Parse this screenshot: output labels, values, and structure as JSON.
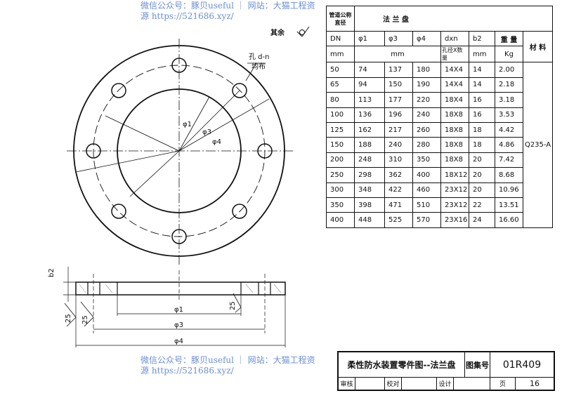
{
  "watermark": {
    "top": "微信公众号：豚贝useful ｜ 网站：大猫工程资源 https://521686.xyz/",
    "bottom": "微信公众号：豚贝useful ｜ 网站：大猫工程资源 https://521686.xyz/"
  },
  "drawing": {
    "roughness_note": "其余",
    "hole_label": "孔 d-n",
    "hole_label2": "均布",
    "phi1": "φ1",
    "phi3": "φ3",
    "phi4": "φ4",
    "b2": "b2",
    "roughness_value": "25"
  },
  "table": {
    "header_pipe": "管道公称直径",
    "header_flange": "法 兰 盘",
    "columns": [
      "DN",
      "φ1",
      "φ3",
      "φ4",
      "dxn",
      "b2",
      "重 量",
      "材 料"
    ],
    "units": [
      "mm",
      "mm",
      "孔径X数量",
      "mm",
      "Kg"
    ],
    "material": "Q235-A",
    "rows": [
      [
        "50",
        "74",
        "137",
        "180",
        "14X4",
        "14",
        "2.00"
      ],
      [
        "65",
        "94",
        "150",
        "190",
        "14X4",
        "14",
        "2.18"
      ],
      [
        "80",
        "113",
        "177",
        "220",
        "18X4",
        "16",
        "3.18"
      ],
      [
        "100",
        "136",
        "196",
        "240",
        "18X8",
        "16",
        "3.53"
      ],
      [
        "125",
        "162",
        "217",
        "260",
        "18X8",
        "18",
        "4.42"
      ],
      [
        "150",
        "188",
        "240",
        "280",
        "18X8",
        "18",
        "4.86"
      ],
      [
        "200",
        "248",
        "310",
        "350",
        "18X8",
        "20",
        "7.42"
      ],
      [
        "250",
        "298",
        "362",
        "400",
        "18X12",
        "20",
        "8.68"
      ],
      [
        "300",
        "348",
        "422",
        "460",
        "23X12",
        "20",
        "10.96"
      ],
      [
        "350",
        "398",
        "471",
        "510",
        "23X12",
        "22",
        "13.51"
      ],
      [
        "400",
        "448",
        "525",
        "570",
        "23X16",
        "24",
        "16.60"
      ]
    ]
  },
  "title_block": {
    "title": "柔性防水装置零件图--法兰盘",
    "atlas_label": "图集号",
    "atlas_no": "01R409",
    "review": "审核",
    "check": "校对",
    "design": "设计",
    "page_label": "页",
    "page_no": "16"
  }
}
